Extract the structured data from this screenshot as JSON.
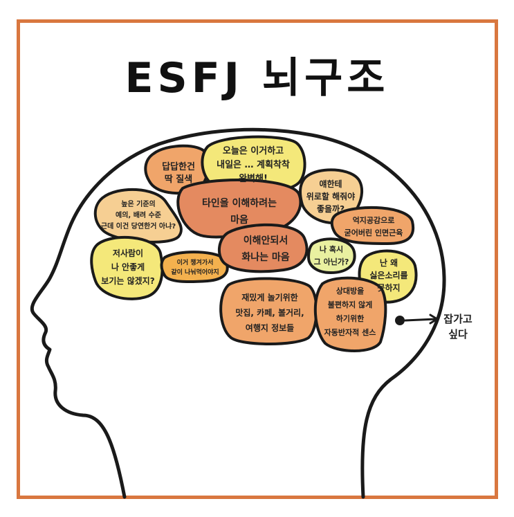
{
  "title": "ESFJ 뇌구조",
  "colors": {
    "frame": "#d9773f",
    "yellow": "#f4e87a",
    "orange": "#f0a56a",
    "light_orange": "#f6cf93",
    "dark_orange": "#e48a60",
    "yellow_green": "#e9f0a0",
    "outline": "#1a1a1a"
  },
  "brain_sections": [
    {
      "id": "frustrated",
      "lines": [
        "답답한건",
        "딱 질색"
      ]
    },
    {
      "id": "plan",
      "lines": [
        "오늘은 이거하고",
        "내일은 … 계획착착",
        "완벽해!"
      ]
    },
    {
      "id": "advice",
      "lines": [
        "얘한테",
        "위로할 해줘야",
        "좋을까?"
      ]
    },
    {
      "id": "standards",
      "lines": [
        "높은 기준의",
        "예의, 배려 수준",
        "근데 이건 당연한거 아냐?"
      ]
    },
    {
      "id": "understand",
      "lines": [
        "타인을 이해하려는",
        "마음"
      ]
    },
    {
      "id": "acquaintance",
      "lines": [
        "억지공감으로",
        "굳어버린 인면근육"
      ]
    },
    {
      "id": "mindset",
      "lines": [
        "저사람이",
        "나 안좋게",
        "보기는 않겠지?"
      ]
    },
    {
      "id": "share",
      "lines": [
        "이거 챙겨가서",
        "같이 나눠먹어야지"
      ]
    },
    {
      "id": "angry",
      "lines": [
        "이해안되서",
        "화나는 마음"
      ]
    },
    {
      "id": "mistake",
      "lines": [
        "나 혹시",
        "그 아닌가?"
      ]
    },
    {
      "id": "cant-say",
      "lines": [
        "난 왜",
        "싫은소리를",
        "못하지"
      ]
    },
    {
      "id": "fun",
      "lines": [
        "재밌게 놀기위한",
        "맛집, 카페, 볼거리,",
        "여행지 정보들"
      ]
    },
    {
      "id": "sense",
      "lines": [
        "상대방을",
        "불편하지 않게",
        "하기위한",
        "자동반자적 센스"
      ]
    }
  ],
  "pointer_label": [
    "잡가고",
    "싶다"
  ]
}
